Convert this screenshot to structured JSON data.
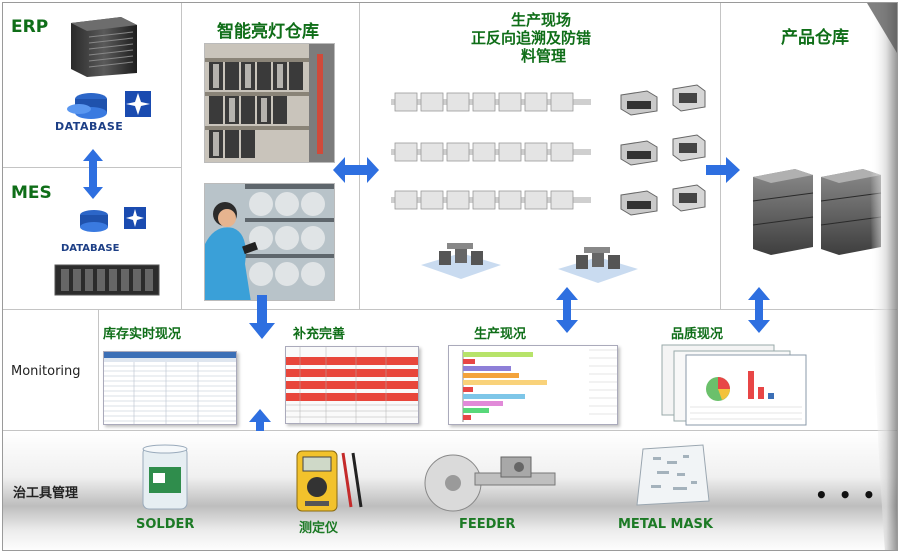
{
  "left_panel": {
    "erp_label": "ERP",
    "mes_label": "MES",
    "database_label_1": "DATABASE",
    "database_label_2": "DATABASE"
  },
  "sections": {
    "smart_light_warehouse": "智能亮灯仓库",
    "production_site_line1": "生产现场",
    "production_site_line2": "正反向追溯及防错",
    "production_site_line3": "料管理",
    "product_warehouse": "产品仓库"
  },
  "monitoring": {
    "row_label": "Monitoring",
    "inventory_realtime": "库存实时现况",
    "replenishment": "补充完善",
    "production_status": "生产现况",
    "quality_status": "品质现况"
  },
  "tools": {
    "row_label": "治工具管理",
    "solder": "SOLDER",
    "meter": "测定仪",
    "feeder": "FEEDER",
    "metal_mask": "METAL MASK",
    "more": "• • •"
  },
  "colors": {
    "title_green": "#0f6e18",
    "label_green": "#1c7a25",
    "arrow_blue": "#2e6fe0",
    "divider_gray": "#c4c4c4"
  }
}
